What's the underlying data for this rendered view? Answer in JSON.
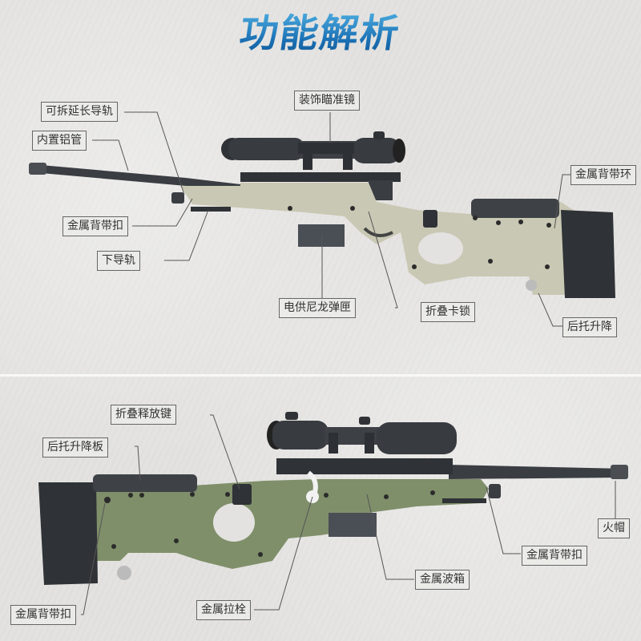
{
  "title": "功能解析",
  "colors": {
    "title_gradient_top": "#5cc0ee",
    "title_gradient_bottom": "#135a96",
    "stock_tan": "#c9c8b4",
    "stock_green": "#7f8f6a",
    "metal": "#3a3d42"
  },
  "top_panel": {
    "labels": [
      {
        "id": "removable-rail",
        "text": "可拆延长导轨"
      },
      {
        "id": "inner-aluminum-tube",
        "text": "内置铝管"
      },
      {
        "id": "metal-sling-buckle-front",
        "text": "金属背带扣"
      },
      {
        "id": "lower-rail",
        "text": "下导轨"
      },
      {
        "id": "decorative-scope",
        "text": "装饰瞄准镜"
      },
      {
        "id": "electric-nylon-magazine",
        "text": "电供尼龙弹匣"
      },
      {
        "id": "folding-lock",
        "text": "折叠卡锁"
      },
      {
        "id": "metal-sling-ring",
        "text": "金属背带环"
      },
      {
        "id": "buttstock-lift",
        "text": "后托升降"
      }
    ]
  },
  "bottom_panel": {
    "labels": [
      {
        "id": "folding-release-button",
        "text": "折叠释放键"
      },
      {
        "id": "cheek-riser-plate",
        "text": "后托升降板"
      },
      {
        "id": "metal-sling-buckle-rear",
        "text": "金属背带扣"
      },
      {
        "id": "metal-bolt",
        "text": "金属拉栓"
      },
      {
        "id": "metal-gearbox",
        "text": "金属波箱"
      },
      {
        "id": "metal-sling-buckle-front",
        "text": "金属背带扣"
      },
      {
        "id": "flash-hider",
        "text": "火帽"
      }
    ]
  }
}
